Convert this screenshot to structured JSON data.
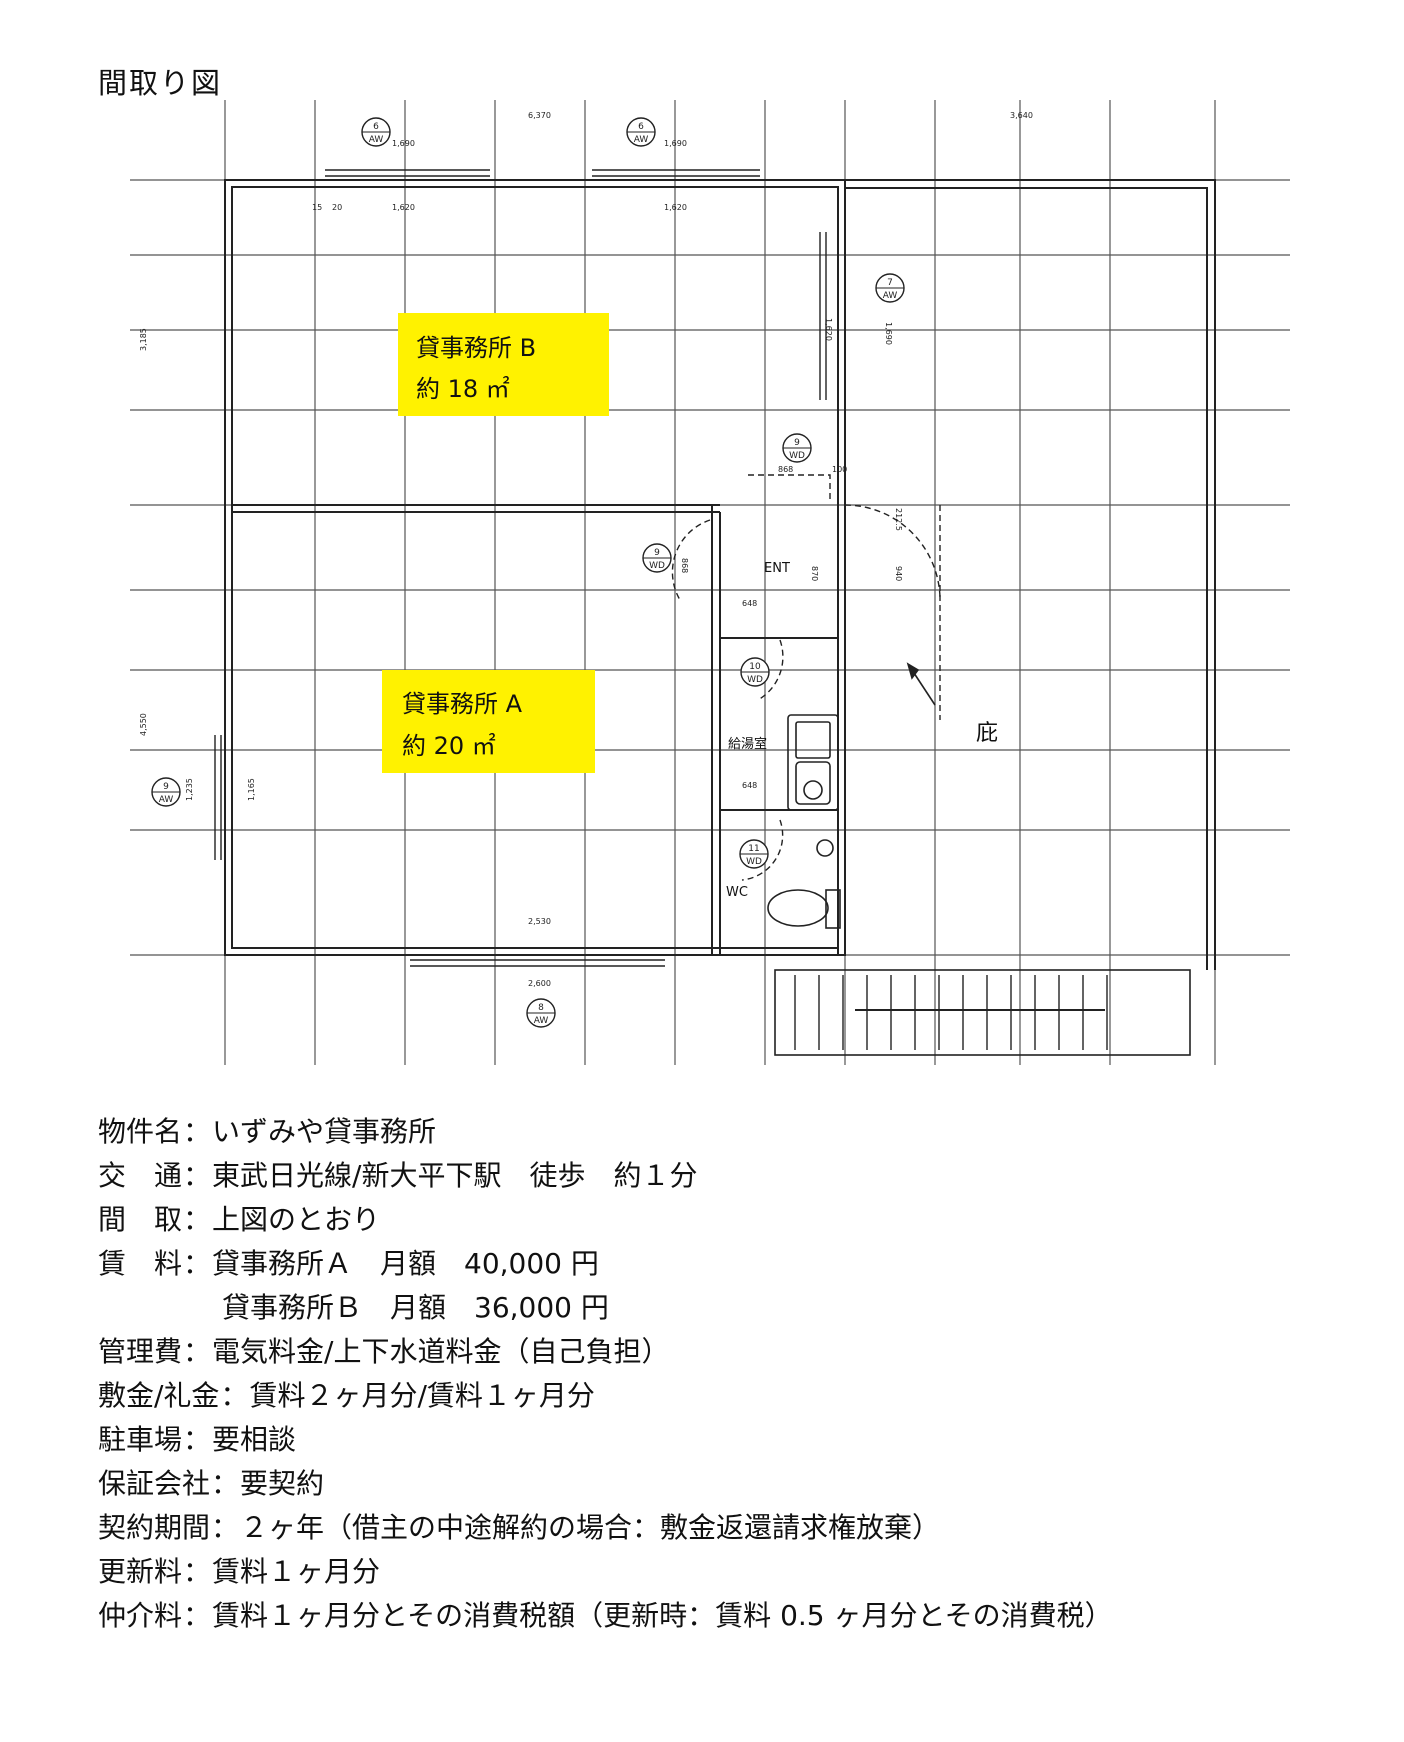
{
  "title": "間取り図",
  "plan": {
    "rooms": [
      {
        "name": "貸事務所 B",
        "area": "約 18 ㎡"
      },
      {
        "name": "貸事務所 A",
        "area": "約 20 ㎡"
      }
    ],
    "labels": {
      "ent": "ENT",
      "kitchen": "給湯室",
      "wc": "WC",
      "eave": "庇"
    },
    "dimensions": {
      "top_left_span": "6,370",
      "top_right_span": "3,640",
      "window_top_1": "1,690",
      "window_top_2": "1,690",
      "inner_top_1": "1,620",
      "inner_top_2": "1,620",
      "edge_15": "15",
      "edge_20": "20",
      "left_upper": "3,185",
      "left_lower": "4,550",
      "window_left_outer": "1,235",
      "window_left_inner": "1,165",
      "right_window_outer": "1,690",
      "right_window_inner": "1,620",
      "door_868_a": "868",
      "door_868_b": "868",
      "door_100": "100",
      "door_870": "870",
      "door_940": "940",
      "door_212": "212.5",
      "kitchen_648_a": "648",
      "kitchen_648_b": "648",
      "bottom_inner": "2,530",
      "bottom_outer": "2,600"
    },
    "tags": [
      {
        "num": "6",
        "type": "AW"
      },
      {
        "num": "6",
        "type": "AW"
      },
      {
        "num": "7",
        "type": "AW"
      },
      {
        "num": "9",
        "type": "WD"
      },
      {
        "num": "9",
        "type": "WD"
      },
      {
        "num": "10",
        "type": "WD"
      },
      {
        "num": "11",
        "type": "WD"
      },
      {
        "num": "9",
        "type": "AW"
      },
      {
        "num": "8",
        "type": "AW"
      }
    ]
  },
  "info": {
    "property_name": {
      "label": "物件名",
      "value": "いずみや貸事務所"
    },
    "transport": {
      "label": "交　通",
      "value": "東武日光線/新大平下駅　徒歩　約１分"
    },
    "layout": {
      "label": "間　取",
      "value": "上図のとおり"
    },
    "rent": {
      "label": "賃　料",
      "value": "貸事務所Ａ　月額　40,000 円",
      "value2": "貸事務所Ｂ　月額　36,000 円"
    },
    "management": {
      "label": "管理費",
      "value": "電気料金/上下水道料金（自己負担）"
    },
    "deposit": {
      "label": "敷金/礼金",
      "value": "賃料２ヶ月分/賃料１ヶ月分"
    },
    "parking": {
      "label": "駐車場",
      "value": "要相談"
    },
    "guarantor": {
      "label": "保証会社",
      "value": "要契約"
    },
    "contract": {
      "label": "契約期間",
      "value": " ２ヶ年（借主の中途解約の場合：敷金返還請求権放棄）"
    },
    "renewal": {
      "label": "更新料",
      "value": "賃料１ヶ月分"
    },
    "brokerage": {
      "label": "仲介料",
      "value": "賃料１ヶ月分とその消費税額（更新時：賃料 0.5 ヶ月分とその消費税）"
    }
  },
  "colors": {
    "highlight": "#fff200",
    "line": "#222222",
    "grid": "#555555"
  }
}
